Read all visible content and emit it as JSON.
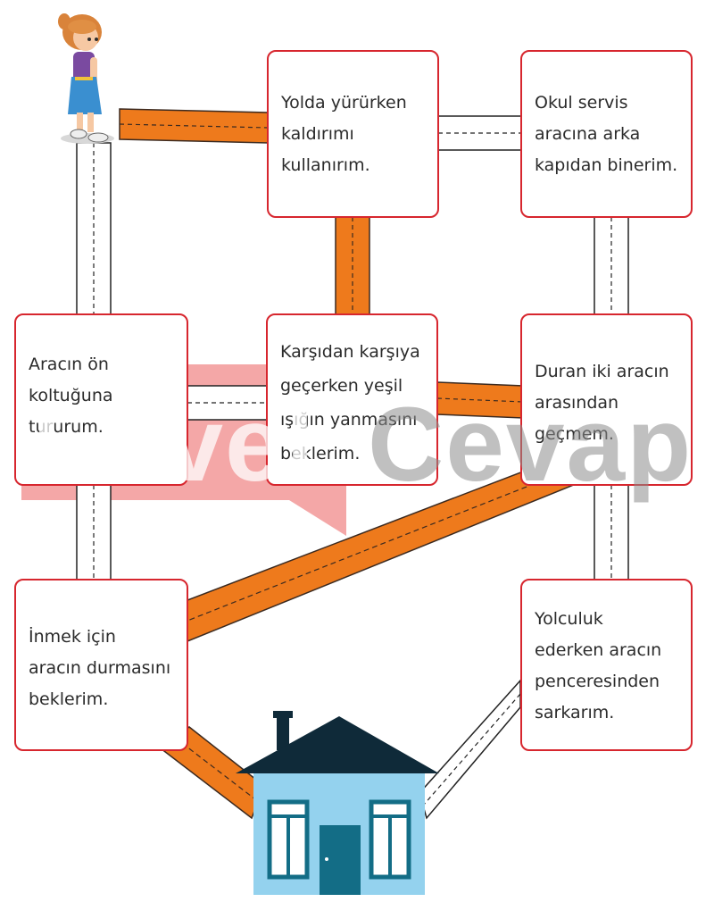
{
  "cards": [
    {
      "id": "card-kaldirim",
      "text": "Yolda yürürken\nkaldırımı\nkullanırım."
    },
    {
      "id": "card-servis",
      "text": "Okul servis\naracına arka\nkapıdan binerim."
    },
    {
      "id": "card-on-koltuk",
      "text": "Aracın ön\nkoltuğuna\ntururum."
    },
    {
      "id": "card-yesil-isik",
      "text": "Karşıdan karşıya\ngeçerken yeşil\nışığın yanmasını\nbeklerim."
    },
    {
      "id": "card-iki-arac",
      "text": "Duran iki aracın\narasından\ngeçmem."
    },
    {
      "id": "card-inmek",
      "text": "İnmek için\naracın durmasını\nbeklerim."
    },
    {
      "id": "card-sarkarim",
      "text": "Yolculuk\nederken aracın\npenceresinden\nsarkarım."
    }
  ],
  "watermark": {
    "left": "Evvel",
    "right": "Cevap"
  },
  "colors": {
    "road_orange": "#ee7a1c",
    "road_outline": "#3b2a20",
    "card_border": "#d7262e",
    "house_wall": "#94d2ee",
    "house_roof": "#0f2a39",
    "house_door": "#136d86",
    "watermark_red": "#f08a8a"
  }
}
